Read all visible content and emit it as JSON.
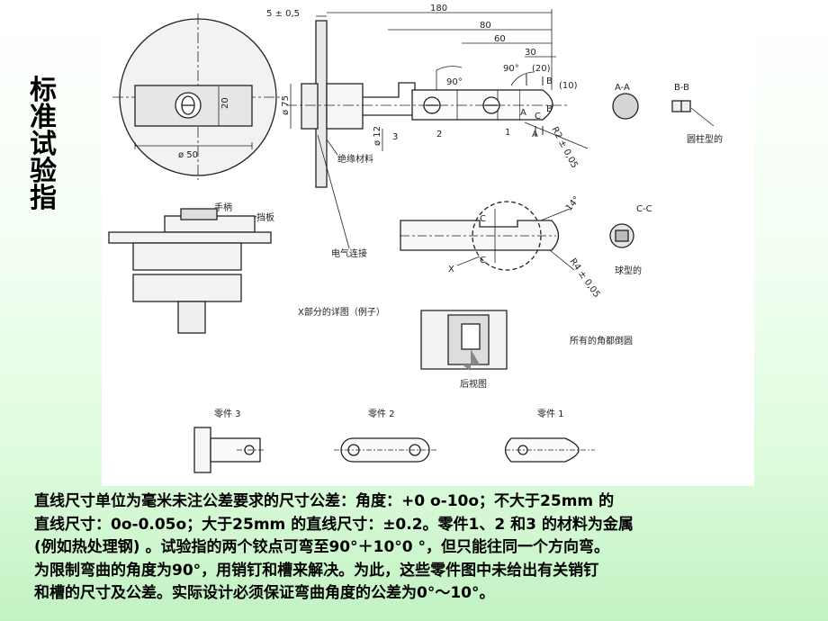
{
  "side_title": [
    "标",
    "准",
    "试",
    "验",
    "指"
  ],
  "drawing": {
    "dims": {
      "d5": "5 ± 0,5",
      "d180": "180",
      "d80": "80",
      "d60": "60",
      "d30": "30",
      "d20p": "(20)",
      "d10p": "(10)",
      "a90a": "90°",
      "a90b": "90°",
      "phi75": "ø 75",
      "phi50": "ø 50",
      "phi12": "ø 12",
      "w20": "20",
      "r2": "R2 ± 0,05",
      "r4": "R4 ± 0,05",
      "ang14": "14°",
      "lab_b": "B",
      "lab_c": "C",
      "lab_a": "A",
      "lab_a2": "A",
      "lab_b2": "B",
      "n1": "1",
      "n2": "2",
      "n3": "3"
    },
    "views": {
      "aa": "A-A",
      "bb": "B-B",
      "cc": "C-C",
      "c_top": "C",
      "c_bot": "C",
      "x_mark": "X"
    },
    "labels": {
      "cylindrical": "圆柱型的",
      "insulation": "绝缘材料",
      "handle": "手柄",
      "baffle": "挡板",
      "electrical": "电气连接",
      "spherical": "球型的",
      "x_detail": "X部分的详图（例子）",
      "chamfer": "所有的角都倒圆",
      "rear_view": "后视图",
      "part3": "零件 3",
      "part2": "零件 2",
      "part1": "零件 1"
    }
  },
  "caption": [
    "直线尺寸单位为毫米未注公差要求的尺寸公差：角度：+0 o-10o；不大于25mm 的",
    "直线尺寸：0o-0.05o；大于25mm 的直线尺寸：±0.2。零件1、2 和3 的材料为金属",
    "(例如热处理钢) 。试验指的两个铰点可弯至90°＋10°0 °，但只能往同一个方向弯。",
    "为限制弯曲的角度为90°，用销钉和槽来解决。为此，这些零件图中未给出有关销钉",
    "和槽的尺寸及公差。实际设计必须保证弯曲角度的公差为0°～10°。"
  ]
}
